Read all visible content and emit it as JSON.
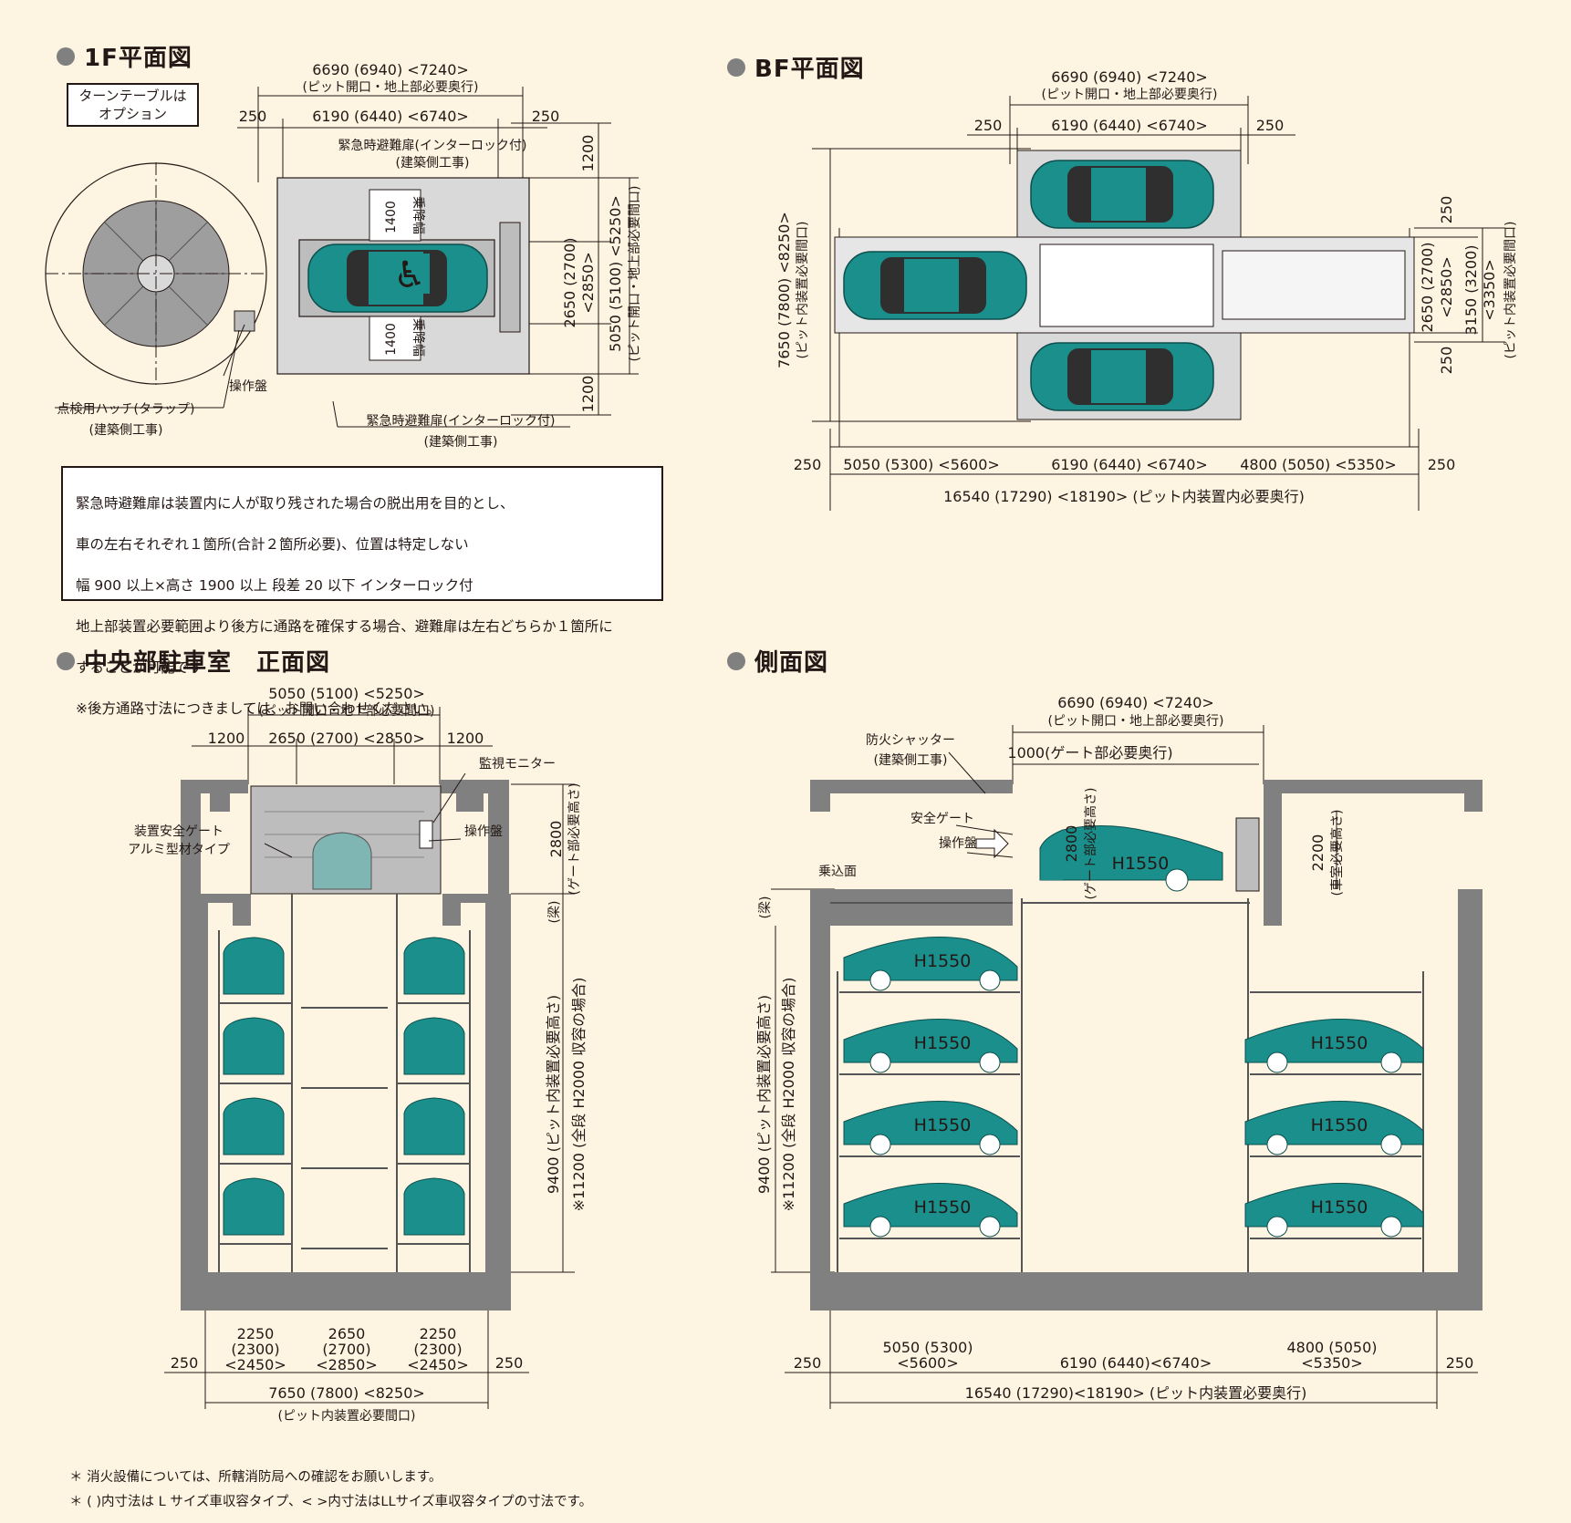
{
  "colors": {
    "background": "#fdf5e2",
    "car": "#1a8f8c",
    "wall": "#808080",
    "floor": "#d9d9d9"
  },
  "sections": {
    "plan_1f": "1F平面図",
    "plan_bf": "BF平面図",
    "front_view": "中央部駐車室　正面図",
    "side_view": "側面図"
  },
  "plan_1f": {
    "option_box": [
      "ターンテーブルは",
      "オプション"
    ],
    "dim_overall": "6690 (6940) <7240>",
    "dim_overall_note": "(ピット開口・地上部必要奥行)",
    "dim_left": "250",
    "dim_mid": "6190 (6440) <6740>",
    "dim_right": "250",
    "door_top": "緊急時避難扉(インターロック付)",
    "door_top_sub": "(建築側工事)",
    "lift_width_1": "1400",
    "lift_width_1_label": "乗降幅",
    "lift_width_2": "1400",
    "lift_width_2_label": "乗降幅",
    "dim_v_top": "1200",
    "dim_v_mid": "2650 (2700)",
    "dim_v_mid2": "<2850>",
    "dim_v_total": "5050 (5100) <5250>",
    "dim_v_total_note": "(ピット開口・地上部必要間口)",
    "dim_v_bottom": "1200",
    "control_panel": "操作盤",
    "hatch": "点検用ハッチ(タラップ)",
    "hatch_sub": "(建築側工事)",
    "door_bottom": "緊急時避難扉(インターロック付)",
    "door_bottom_sub": "(建築側工事)"
  },
  "note_box": [
    "緊急時避難扉は装置内に人が取り残された場合の脱出用を目的とし、",
    "車の左右それぞれ１箇所(合計２箇所必要)、位置は特定しない",
    "幅 900 以上×高さ 1900 以上  段差 20 以下  インターロック付",
    "地上部装置必要範囲より後方に通路を確保する場合、避難扉は左右どちらか１箇所に",
    "することが可能です",
    "※後方通路寸法につきましては、お問い合わせください。"
  ],
  "plan_bf": {
    "dim_overall": "6690 (6940) <7240>",
    "dim_overall_note": "(ピット開口・地上部必要奥行)",
    "dim_left": "250",
    "dim_mid": "6190 (6440) <6740>",
    "dim_right": "250",
    "dim_v_left": "7650 (7800) <8250>",
    "dim_v_left_note": "(ピット内装置必要間口)",
    "dim_r_top": "250",
    "dim_r_mid": "2650 (2700)",
    "dim_r_mid2": "<2850>",
    "dim_r_bottom": "250",
    "dim_r_total": "3150 (3200)",
    "dim_r_total2": "<3350>",
    "dim_r_total_note": "(ピット内装置必要間口)",
    "dim_b_1": "250",
    "dim_b_2": "5050 (5300) <5600>",
    "dim_b_3": "6190 (6440) <6740>",
    "dim_b_4": "4800 (5050) <5350>",
    "dim_b_5": "250",
    "dim_b_total": "16540 (17290) <18190> (ピット内装置内必要奥行)"
  },
  "front_view": {
    "dim_top": "5050 (5100) <5250>",
    "dim_top_note": "(ピット開口・地上部必要間口)",
    "dim_l": "1200",
    "dim_m": "2650 (2700) <2850>",
    "dim_r": "1200",
    "monitor": "監視モニター",
    "gate": "装置安全ゲート",
    "gate_sub": "アルミ型材タイプ",
    "control_panel": "操作盤",
    "dim_gate_h": "2800",
    "dim_gate_h_note": "(ゲート部必要高さ)",
    "beam": "(梁)",
    "dim_pit": "9400 (ピット内装置必要高さ)",
    "dim_pit_note": "※11200 (全段 H2000 収容の場合)",
    "dim_b_250l": "250",
    "dim_b_1": [
      "2250",
      "(2300)",
      "<2450>"
    ],
    "dim_b_2": [
      "2650",
      "(2700)",
      "<2850>"
    ],
    "dim_b_3": [
      "2250",
      "(2300)",
      "<2450>"
    ],
    "dim_b_250r": "250",
    "dim_b_total": "7650 (7800) <8250>",
    "dim_b_total_note": "(ピット内装置必要間口)"
  },
  "side_view": {
    "dim_top": "6690 (6940) <7240>",
    "dim_top_note": "(ピット開口・地上部必要奥行)",
    "fire_shutter": "防火シャッター",
    "fire_shutter_sub": "(建築側工事)",
    "dim_gate_depth": "1000(ゲート部必要奥行)",
    "safety_gate": "安全ゲート",
    "control_panel": "操作盤",
    "entrance": "乗込面",
    "dim_gate_h": "2800",
    "dim_gate_h_note": "(ゲート部必要高さ)",
    "dim_room_h": "2200",
    "dim_room_h_note": "(車室必要高さ)",
    "car_label": "H1550",
    "beam": "(梁)",
    "dim_pit": "9400 (ピット内装置必要高さ)",
    "dim_pit_note": "※11200 (全段 H2000 収容の場合)",
    "dim_b_250l": "250",
    "dim_b_1": [
      "5050 (5300)",
      "<5600>"
    ],
    "dim_b_2": "6190 (6440)<6740>",
    "dim_b_3": [
      "4800 (5050)",
      "<5350>"
    ],
    "dim_b_250r": "250",
    "dim_b_total": "16540 (17290)<18190> (ピット内装置必要奥行)"
  },
  "footnotes": [
    "＊ 消火設備については、所轄消防局への確認をお願いします。",
    "＊ ( )内寸法は L サイズ車収容タイプ、< >内寸法はLLサイズ車収容タイプの寸法です。"
  ]
}
